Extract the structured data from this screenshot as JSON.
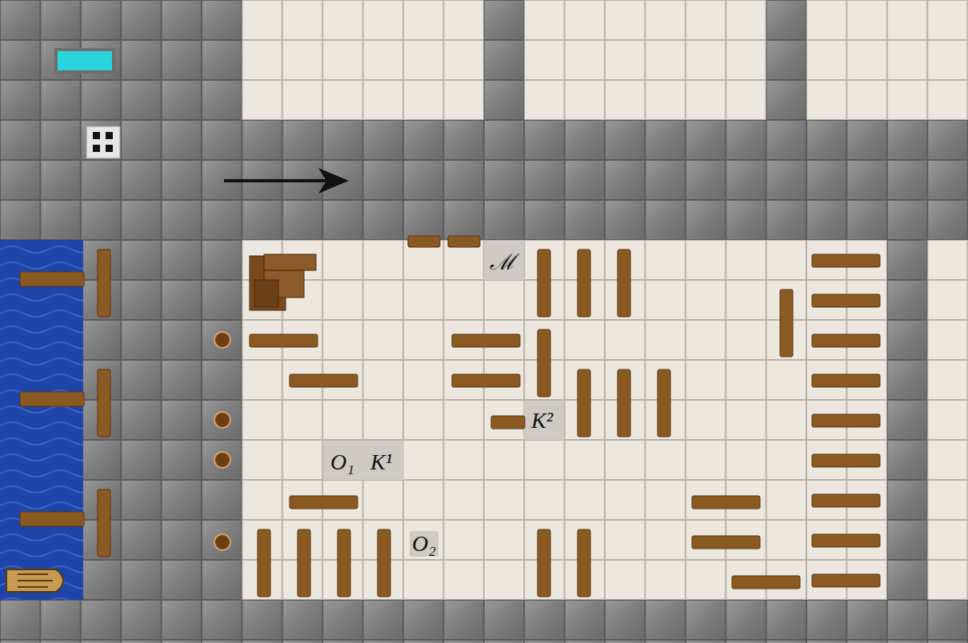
{
  "diagram": {
    "labels": [
      "ℳ",
      "K²",
      "O₁",
      "K¹",
      "O₂"
    ]
  }
}
